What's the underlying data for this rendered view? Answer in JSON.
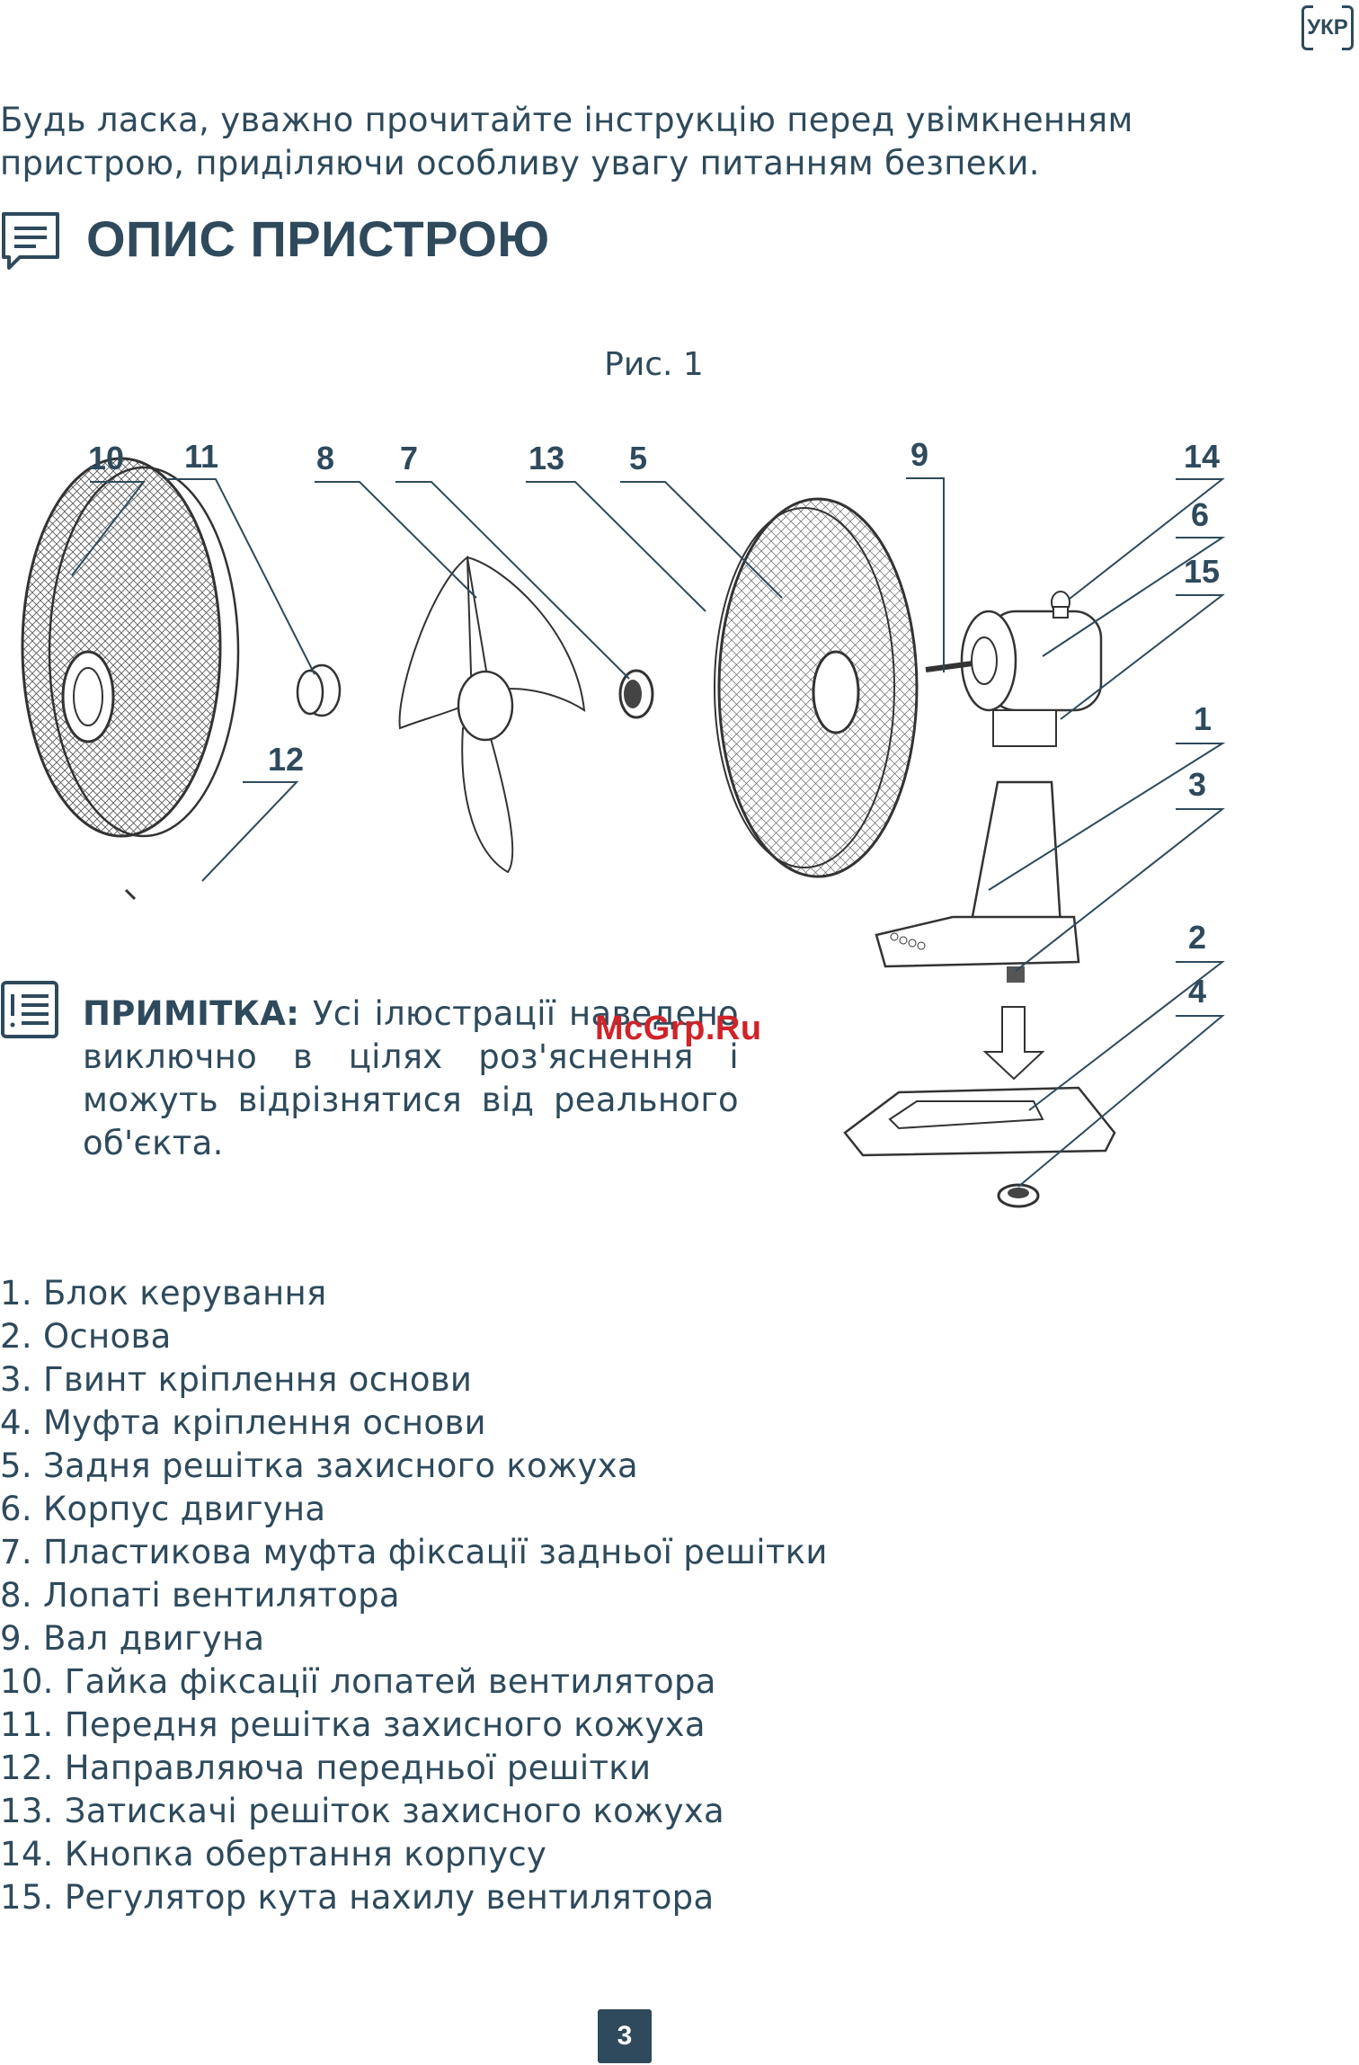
{
  "header": {
    "language_badge": "УКР"
  },
  "intro_text": "Будь ласка, уважно прочитайте інструкцію перед увімкненням пристрою, приділяючи особливу увагу питанням безпеки.",
  "section": {
    "title": "ОПИС ПРИСТРОЮ",
    "icon": "message-icon"
  },
  "figure": {
    "caption": "Рис. 1",
    "callouts": [
      "10",
      "11",
      "8",
      "7",
      "13",
      "5",
      "9",
      "14",
      "6",
      "15",
      "1",
      "3",
      "2",
      "4",
      "12"
    ]
  },
  "note": {
    "icon": "list-icon",
    "label": "ПРИМІТКА:",
    "text": " Усі ілюстрації наведено виключно в цілях роз'яснення і можуть відрізнятися від реального об'єкта."
  },
  "watermark": "McGrp.Ru",
  "parts": [
    "1. Блок керування",
    "2. Основа",
    "3. Гвинт кріплення основи",
    "4. Муфта кріплення основи",
    "5. Задня решітка захисного кожуха",
    "6. Корпус двигуна",
    "7. Пластикова муфта фіксації задньої решітки",
    "8. Лопаті вентилятора",
    "9. Вал двигуна",
    "10. Гайка фіксації лопатей вентилятора",
    "11. Передня решітка захисного кожуха",
    "12. Направляюча передньої решітки",
    "13. Затискачі решіток захисного кожуха",
    "14. Кнопка обертання корпусу",
    "15. Регулятор кута нахилу вентилятора"
  ],
  "footer": {
    "page_number": "3"
  }
}
